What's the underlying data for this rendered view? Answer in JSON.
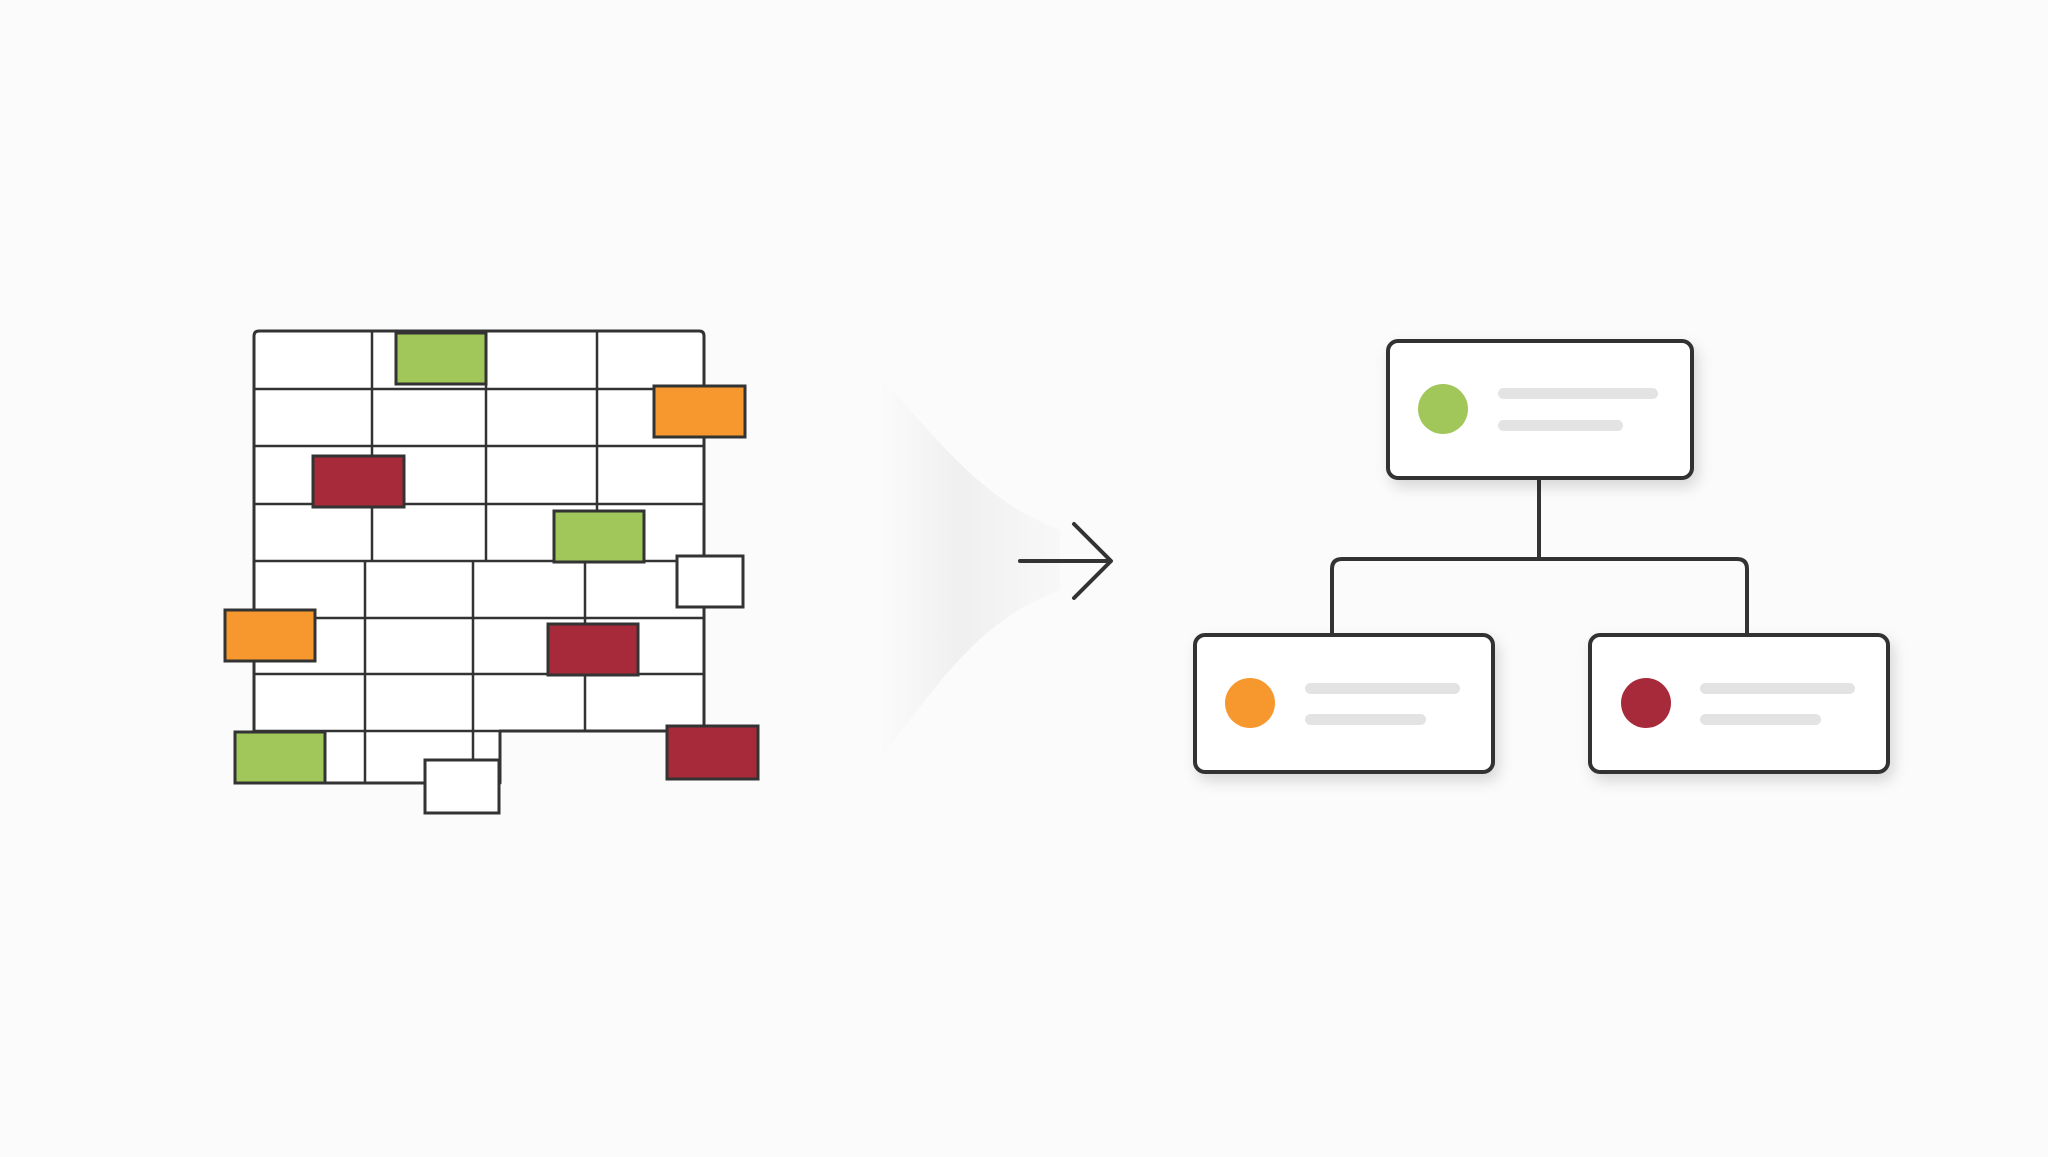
{
  "palette": {
    "background": "#fbfbfb",
    "stroke": "#333333",
    "green": "#a1c65a",
    "orange": "#f7982e",
    "red": "#a72a3a",
    "white": "#ffffff",
    "placeholder_line": "#e3e3e3",
    "funnel": "#eeeeee"
  },
  "left_grid": {
    "rows": 8,
    "cell_fills": [
      "green",
      "orange",
      "red",
      "green",
      "white",
      "orange",
      "red",
      "green",
      "white",
      "red"
    ]
  },
  "transition": {
    "arrow_icon": "arrow-right-icon"
  },
  "tree": {
    "root": {
      "indicator_color": "green"
    },
    "children": [
      {
        "indicator_color": "orange"
      },
      {
        "indicator_color": "red"
      }
    ]
  }
}
